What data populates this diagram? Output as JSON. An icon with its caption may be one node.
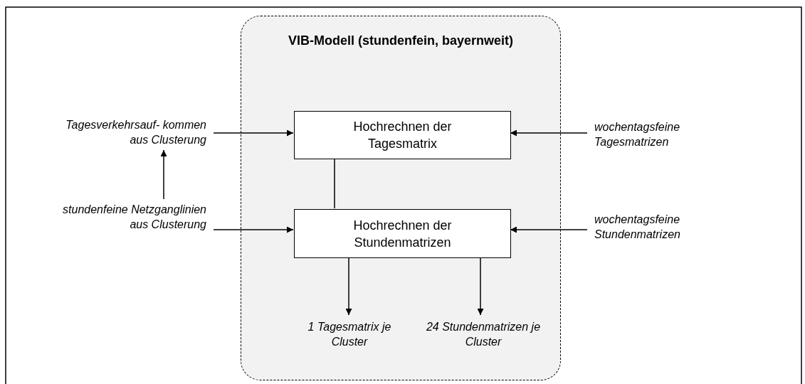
{
  "diagram": {
    "nodes": [
      {
        "text": [
          "VIB-Modell (stundenfein, bayernweit)"
        ]
      },
      {
        "text": [
          "Hochrechnen der Tagesmatrix"
        ],
        "in": 0
      },
      {
        "text": [
          "Hochrechnen der Stundenmatrizen"
        ],
        "in": 0
      },
      {
        "text": [
          "Tagesverkehrsauf- kommen aus Clusterung"
        ]
      },
      {
        "text": [
          "wochentagsfeine Tagesmatrizen"
        ]
      },
      {
        "text": [
          "stundenfeine Netzganglinien aus Clusterung"
        ]
      },
      {
        "text": [
          "wochentagsfeine Stundenmatrizen"
        ]
      },
      {
        "text": [
          "1 Tagesmatrix je Cluster"
        ],
        "in": 0
      },
      {
        "text": [
          "24 Stundenmatrizen je Cluster"
        ],
        "in": 0
      }
    ],
    "edges": [
      {
        "from": 3,
        "to": 1,
        "arrow": "to"
      },
      {
        "from": 4,
        "to": 1,
        "arrow": "to"
      },
      {
        "from": 1,
        "to": 2,
        "arrow": "none"
      },
      {
        "from": 5,
        "to": 3,
        "arrow": "to"
      },
      {
        "from": 5,
        "to": 2,
        "arrow": "to"
      },
      {
        "from": 6,
        "to": 2,
        "arrow": "to"
      },
      {
        "from": 2,
        "to": 7,
        "arrow": "to"
      },
      {
        "from": 2,
        "to": 8,
        "arrow": "to"
      }
    ]
  }
}
